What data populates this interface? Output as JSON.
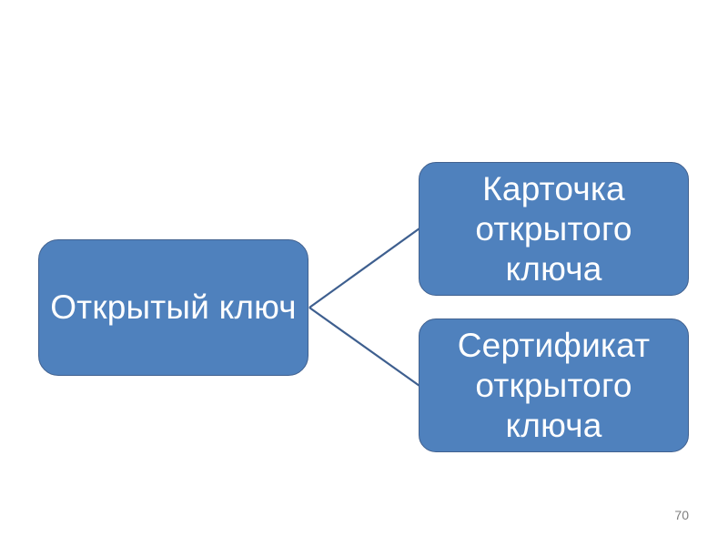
{
  "page": {
    "background_color": "#ffffff",
    "page_number": "70"
  },
  "diagram": {
    "type": "hierarchy",
    "node_fill": "#4f81bd",
    "node_border": "#41618f",
    "connector_color": "#3e5f8f",
    "text_color": "#ffffff",
    "root": {
      "label": "Открытый ключ"
    },
    "children": [
      {
        "label": "Карточка открытого ключа"
      },
      {
        "label": "Сертификат открытого ключа"
      }
    ]
  }
}
